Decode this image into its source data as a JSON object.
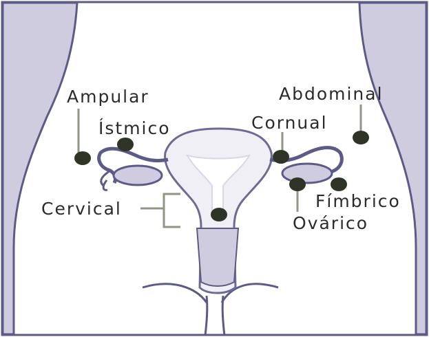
{
  "labels": {
    "ampular": "Ampular",
    "istmico": "Ístmico",
    "cervical": "Cervical",
    "abdominal": "Abdominal",
    "cornual": "Cornual",
    "fimbrico": "Fímbrico",
    "ovarico": "Ovárico"
  },
  "colors": {
    "outline": "#5c5a86",
    "fill": "#cfcce0",
    "tissue": "#ebe9f2",
    "dot": "#2f3526",
    "pointer": "#8f9684",
    "text": "#2b2b2b"
  }
}
